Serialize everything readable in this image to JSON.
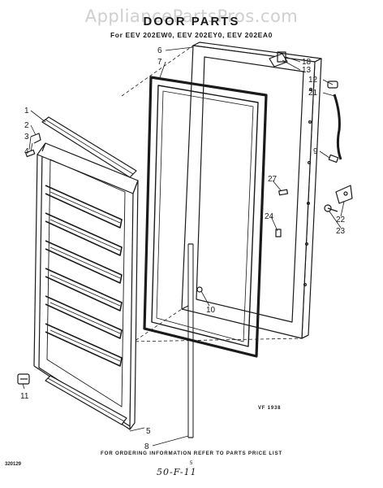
{
  "header": {
    "watermark": "AppliancePartsPros.com",
    "title": "DOOR PARTS",
    "subtitle": "For EEV 202EW0, EEV 202EY0, EEV 202EA0"
  },
  "callouts": [
    "1",
    "2",
    "3",
    "4",
    "5",
    "6",
    "7",
    "8",
    "9",
    "10",
    "11",
    "12",
    "13",
    "18",
    "21",
    "22",
    "23",
    "24",
    "27"
  ],
  "diagram_code": "VF 1938",
  "footer": {
    "ordering_note": "FOR ORDERING INFORMATION REFER TO PARTS PRICE LIST",
    "part_code": "320129",
    "page_number": "5",
    "handwritten_note": "50-F-11"
  }
}
